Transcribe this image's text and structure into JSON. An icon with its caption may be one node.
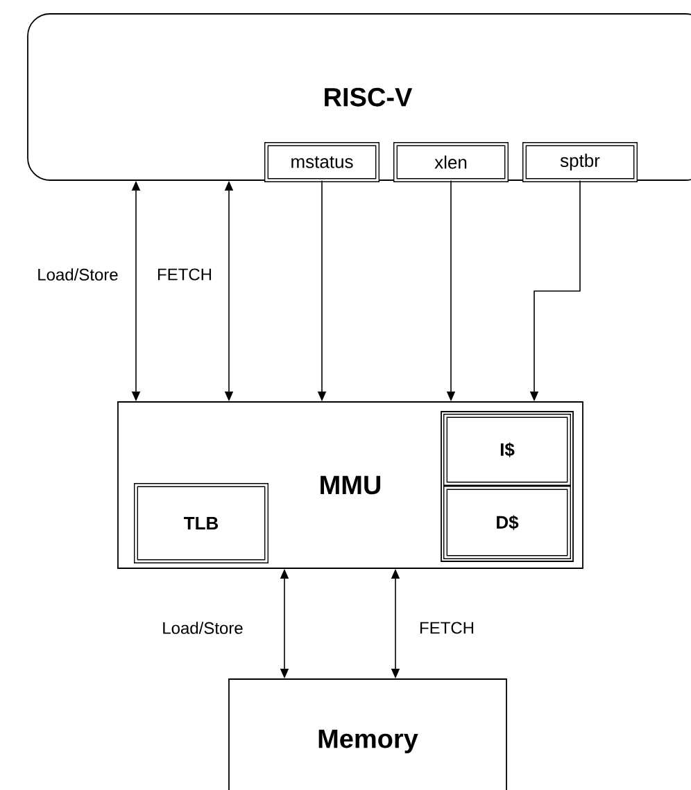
{
  "diagram": {
    "nodes": [
      {
        "text": [
          "RISC-V"
        ]
      },
      {
        "text": [
          "mstatus"
        ],
        "in": 0
      },
      {
        "text": [
          "xlen"
        ],
        "in": 0
      },
      {
        "text": [
          "sptbr"
        ],
        "in": 0
      },
      {
        "text": [
          "MMU"
        ]
      },
      {
        "text": [
          "TLB"
        ],
        "in": 4
      },
      {
        "text": [],
        "shape": "box",
        "in": 4
      },
      {
        "text": [
          "I$"
        ],
        "in": 6
      },
      {
        "text": [
          "D$"
        ],
        "in": 6
      },
      {
        "text": [
          "Memory"
        ]
      }
    ],
    "edges": [
      {
        "from": 0,
        "to": 4,
        "arrow": "both",
        "label": "Load/Store"
      },
      {
        "from": 0,
        "to": 4,
        "arrow": "both",
        "label": "FETCH"
      },
      {
        "from": 1,
        "to": 4,
        "arrow": "to"
      },
      {
        "from": 2,
        "to": 4,
        "arrow": "to"
      },
      {
        "from": 3,
        "to": 4,
        "arrow": "to"
      },
      {
        "from": 4,
        "to": 9,
        "arrow": "both",
        "label": "Load/Store"
      },
      {
        "from": 4,
        "to": 9,
        "arrow": "both",
        "label": "FETCH"
      }
    ]
  }
}
